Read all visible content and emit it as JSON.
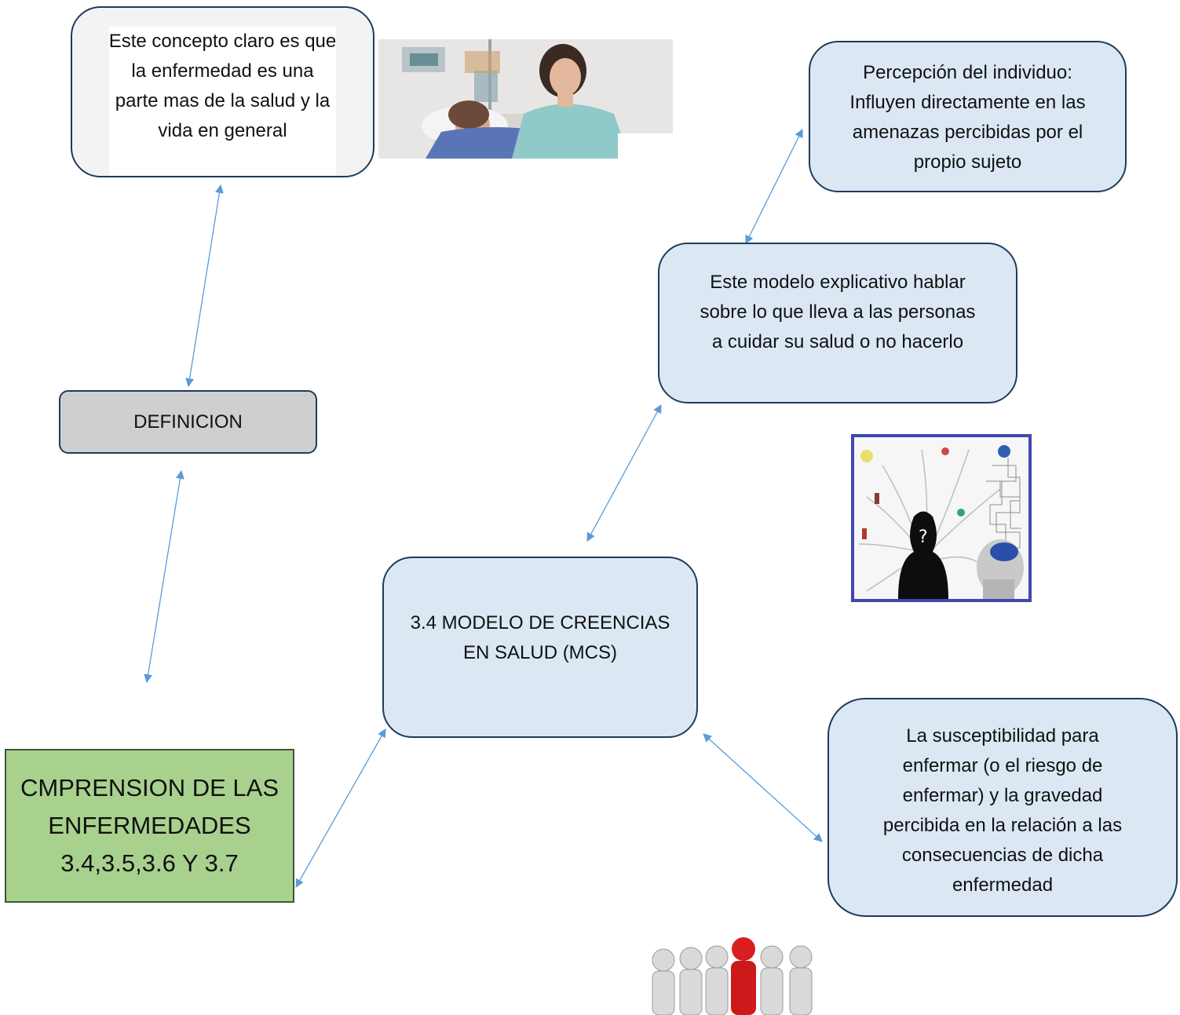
{
  "nodes": {
    "concepto": "Este concepto claro es que\nla enfermedad es una\nparte mas de la salud y la\nvida en general",
    "definicion": "DEFINICION",
    "percepcion": "Percepción del individuo:\nInfluyen directamente en las\namenazas percibidas por el\npropio sujeto",
    "modelo_explicativo": "Este modelo explicativo hablar\nsobre lo que lleva a las personas\na cuidar su salud o no hacerlo",
    "mcs": "3.4 MODELO DE CREENCIAS\nEN SALUD (MCS)",
    "susceptibilidad": "La susceptibilidad para\nenfermar (o el riesgo de\nenfermar) y la gravedad\npercibida en la relación a las\nconsecuencias de dicha\nenfermedad",
    "comprension": "CMPRENSION DE LAS\nENFERMEDADES\n3.4,3.5,3.6 Y 3.7"
  },
  "colors": {
    "node_fill": "#dbe8f4",
    "node_border": "#1f3b5c",
    "definicion_fill": "#cfcfd1",
    "comprension_fill": "#a9d18e",
    "arrow": "#5b9bd5"
  },
  "images": [
    "nurse-patient-photo",
    "decision-mind-illustration",
    "team-leader-figures"
  ]
}
